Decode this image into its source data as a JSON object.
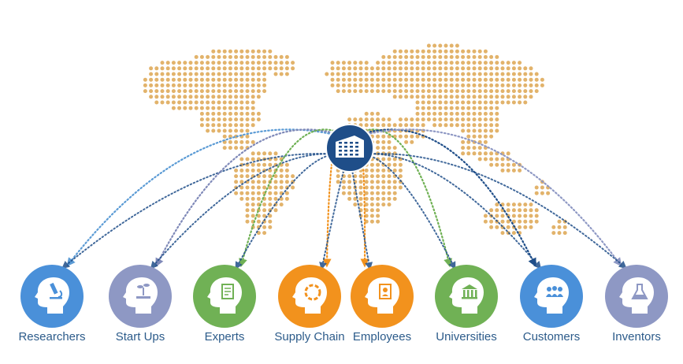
{
  "hub": {
    "icon": "building-icon",
    "color": "#1f4e89"
  },
  "map": {
    "dot_color": "#e2b36b"
  },
  "label_color": "#2c5b8a",
  "stakeholders": [
    {
      "label": "Researchers",
      "icon": "microscope-icon",
      "color": "#4a90d9",
      "line_color": "#5b9bd5"
    },
    {
      "label": "Start Ups",
      "icon": "seedling-hand-icon",
      "color": "#8e98c4",
      "line_color": "#7f89b8"
    },
    {
      "label": "Experts",
      "icon": "certificate-icon",
      "color": "#70b155",
      "line_color": "#70b155"
    },
    {
      "label": "Supply Chain",
      "icon": "cycle-arrows-icon",
      "color": "#f2921d",
      "line_color": "#f2921d"
    },
    {
      "label": "Employees",
      "icon": "id-badge-icon",
      "color": "#f2921d",
      "line_color": "#f2921d"
    },
    {
      "label": "Universities",
      "icon": "university-icon",
      "color": "#70b155",
      "line_color": "#70b155"
    },
    {
      "label": "Customers",
      "icon": "people-group-icon",
      "color": "#4a90d9",
      "line_color": "#1f4e89"
    },
    {
      "label": "Inventors",
      "icon": "flask-icon",
      "color": "#8e98c4",
      "line_color": "#8e98c4"
    }
  ]
}
